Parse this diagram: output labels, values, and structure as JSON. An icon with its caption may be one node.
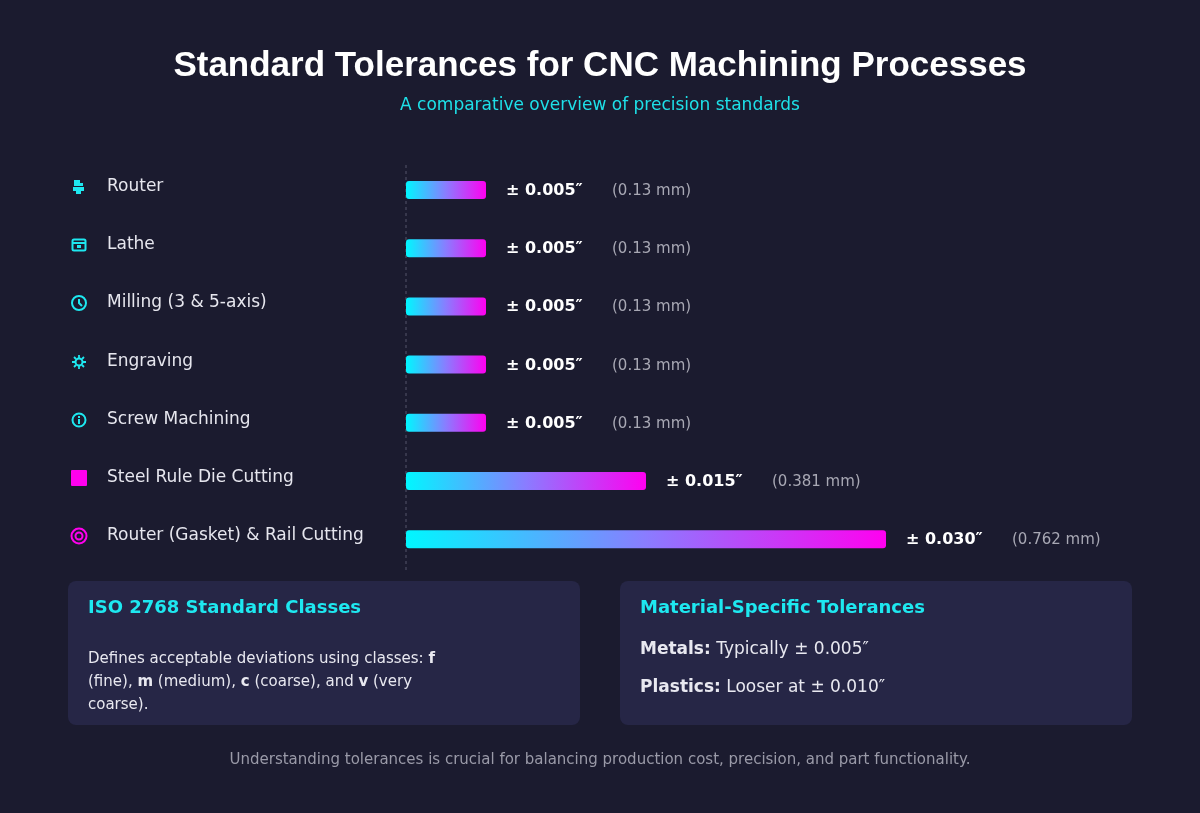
{
  "diagram": {
    "title": "Standard Tolerances for CNC Machining Processes",
    "labels": [
      "A comparative overview of precision standards"
    ],
    "chart_data": {
      "type": "bar",
      "orientation": "horizontal",
      "categories": [
        "Router",
        "Lathe",
        "Milling (3 & 5-axis)",
        "Engraving",
        "Screw Machining",
        "Steel Rule Die Cutting",
        "Router (Gasket) & Rail Cutting"
      ],
      "values": [
        0.005,
        0.005,
        0.005,
        0.005,
        0.005,
        0.015,
        0.03
      ],
      "value_labels": [
        "± 0.005″",
        "± 0.005″",
        "± 0.005″",
        "± 0.005″",
        "± 0.005″",
        "± 0.015″",
        "± 0.030″"
      ],
      "annotations": [
        "(0.13 mm)",
        "(0.13 mm)",
        "(0.13 mm)",
        "(0.13 mm)",
        "(0.13 mm)",
        "(0.381 mm)",
        "(0.762 mm)"
      ]
    },
    "nodes": [
      {
        "text": [
          "ISO 2768 Standard Classes",
          "Defines acceptable deviations using classes: **f** (fine), **m** (medium), **c** (coarse), and **v** (very coarse)."
        ]
      },
      {
        "text": [
          "Material-Specific Tolerances",
          "**Metals:** Typically ± 0.005″",
          "**Plastics:** Looser at ± 0.010″"
        ]
      }
    ],
    "caption": "Understanding tolerances is crucial for balancing production cost, precision, and part functionality."
  }
}
